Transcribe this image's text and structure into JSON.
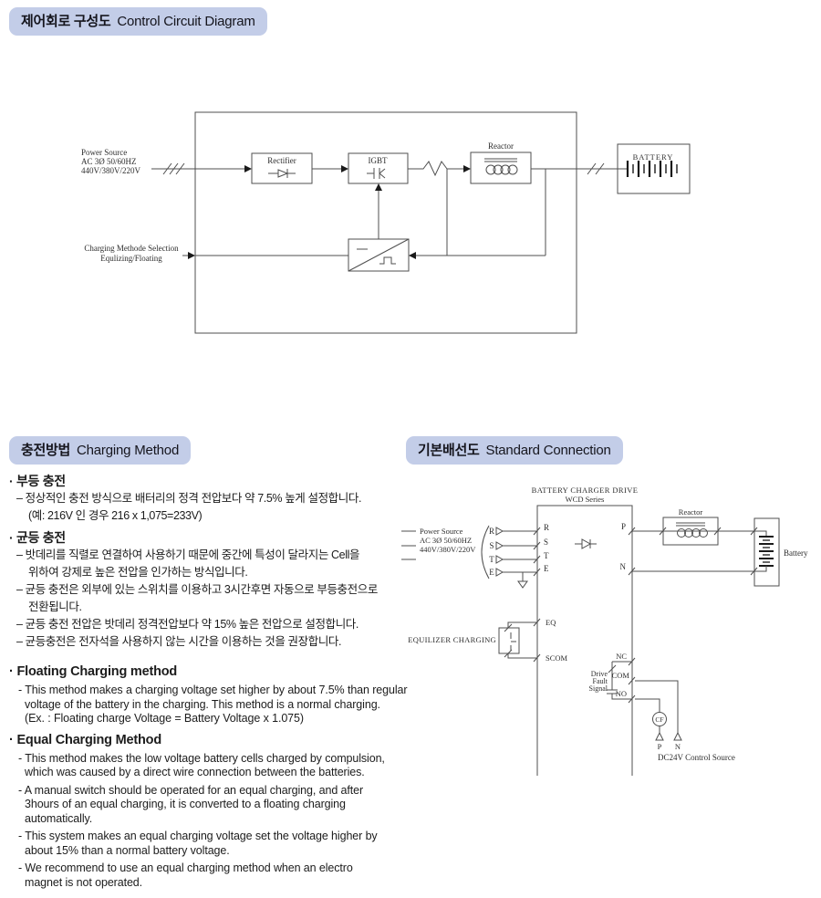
{
  "titles": {
    "control": {
      "ko": "제어회로 구성도",
      "en": "Control Circuit Diagram"
    },
    "charging": {
      "ko": "충전방법",
      "en": "Charging Method"
    },
    "connection": {
      "ko": "기본배선도",
      "en": "Standard Connection"
    }
  },
  "colors": {
    "badge_bg": "#c3cde8",
    "line": "#4f4f4f",
    "text": "#2e2e2e"
  },
  "control_diagram": {
    "power_source_lines": [
      "Power Source",
      "AC 3Ø 50/60HZ",
      "440V/380V/220V"
    ],
    "rectifier_label": "Rectifier",
    "igbt_label": "IGBT",
    "reactor_label": "Reactor",
    "battery_label": "BATTERY",
    "charging_select_lines": [
      "Charging Methode Selection",
      "Equlizing/Floating"
    ]
  },
  "charging_method": {
    "items": [
      {
        "text": "· 부등 충전"
      },
      {
        "text": "– 정상적인 충전 방식으로 배터리의 정격 전압보다 약 7.5% 높게 설정합니다."
      },
      {
        "text": "(예: 216V 인 경우 216 x 1,075=233V)"
      },
      {
        "text": "· 균등 충전"
      },
      {
        "text": "– 밧데리를 직렬로 연결하여 사용하기 때문에 중간에 특성이 달라지는 Cell을"
      },
      {
        "text": "위하여 강제로 높은 전압을 인가하는 방식입니다."
      },
      {
        "text": "– 균등 충전은 외부에 있는 스위치를 이용하고 3시간후면 자동으로 부등충전으로"
      },
      {
        "text": "전환됩니다."
      },
      {
        "text": "– 균등 충전 전압은 밧데리 정격전압보다 약 15% 높은 전압으로 설정합니다."
      },
      {
        "text": "– 균등충전은 전자석을 사용하지 않는 시간을 이용하는 것을 권장합니다."
      },
      {
        "text": "· Floating Charging method"
      },
      {
        "text": "- This method makes a charging voltage set higher by about 7.5% than regular"
      },
      {
        "text": "voltage of the battery in the charging. This method is a normal charging."
      },
      {
        "text": "(Ex. : Floating charge Voltage = Battery Voltage  x 1.075)"
      },
      {
        "text": "· Equal Charging Method"
      },
      {
        "text": "- This method makes the low voltage battery cells charged by compulsion,"
      },
      {
        "text": "which was caused by a direct wire connection between the batteries."
      },
      {
        "text": "- A manual switch should be operated for an equal charging, and after"
      },
      {
        "text": "3hours of an equal charging, it is converted to a floating charging"
      },
      {
        "text": "automatically."
      },
      {
        "text": "- This system makes an equal charging voltage set the voltage higher by"
      },
      {
        "text": "about 15%  than a normal battery voltage."
      },
      {
        "text": "- We recommend to use an equal charging method when an electro"
      },
      {
        "text": "magnet is not operated."
      }
    ]
  },
  "connection_diagram": {
    "drive_title_lines": [
      "BATTERY CHARGER DRIVE",
      "WCD Series"
    ],
    "power_source_lines": [
      "Power Source",
      "AC 3Ø 50/60HZ",
      "440V/380V/220V"
    ],
    "input_terminals": [
      "R",
      "S",
      "T",
      "E"
    ],
    "inner_terminals": [
      "R",
      "S",
      "T",
      "E"
    ],
    "p_terminal": "P",
    "n_terminal": "N",
    "eq_terminal": "EQ",
    "scom_terminal": "SCOM",
    "equalizer_label": "EQUILIZER CHARGING",
    "drive_fault_lines": [
      "Drive",
      "Fault",
      "Signal"
    ],
    "nc": "NC",
    "com": "COM",
    "no": "NO",
    "cf": "CF",
    "reactor_label": "Reactor",
    "battery_label": "Battery",
    "p_bottom": "P",
    "n_bottom": "N",
    "dc24v_label": "DC24V Control Source"
  }
}
